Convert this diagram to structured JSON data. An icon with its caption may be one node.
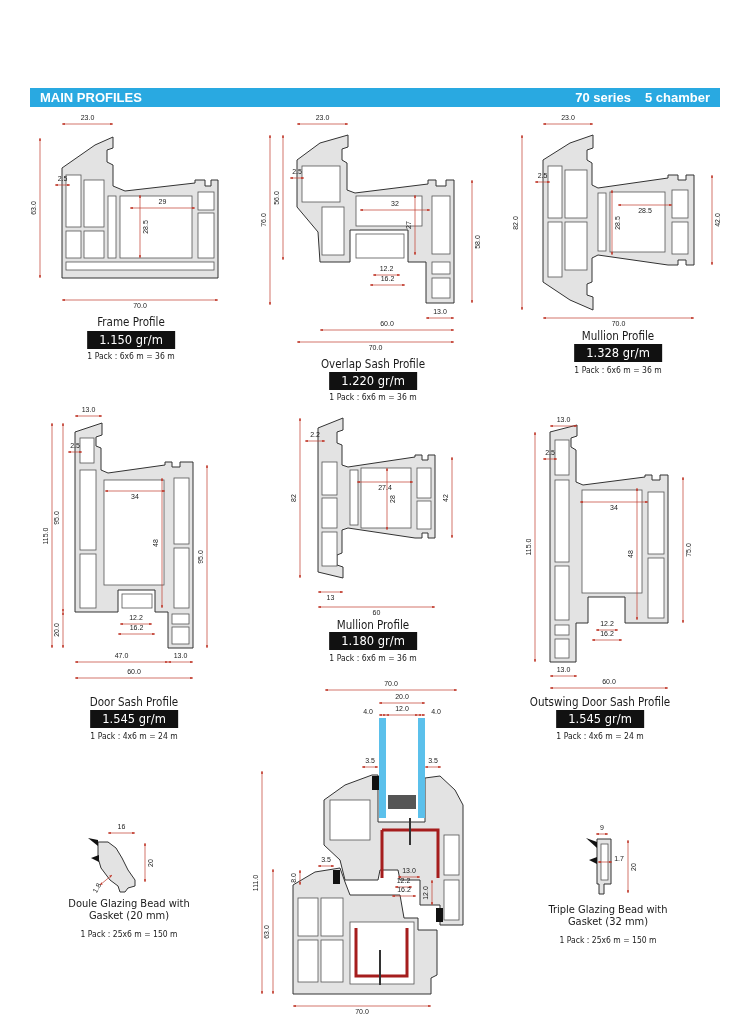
{
  "diagram": {
    "nodes": [
      {
        "text": [
          "MAIN PROFILES",
          "70 series",
          "5 chamber"
        ]
      },
      {
        "text": [
          "1.150 gr/m"
        ]
      },
      {
        "text": [
          "1.220 gr/m"
        ]
      },
      {
        "text": [
          "1.328 gr/m"
        ]
      },
      {
        "text": [
          "1.545 gr/m"
        ]
      },
      {
        "text": [
          "1.180 gr/m"
        ]
      },
      {
        "text": [
          "1.545 gr/m"
        ]
      }
    ],
    "labels": [
      "23.0",
      "2.5",
      "63.0",
      "29",
      "28.5",
      "70.0",
      "Frame Profile",
      "1 Pack : 6x6 m = 36 m",
      "23.0",
      "2.5",
      "56.0",
      "76.0",
      "32",
      "27",
      "58.0",
      "12.2",
      "16.2",
      "13.0",
      "60.0",
      "70.0",
      "Overlap Sash Profile",
      "1 Pack : 6x6 m = 36 m",
      "23.0",
      "2.5",
      "82.0",
      "28.5",
      "28.5",
      "42.0",
      "70.0",
      "Mullion Profile",
      "1 Pack : 6x6 m = 36 m",
      "13.0",
      "2.5",
      "34",
      "115.0",
      "95.0",
      "48",
      "95.0",
      "12.2",
      "16.2",
      "20.0",
      "47.0",
      "13.0",
      "60.0",
      "Door Sash Profile",
      "1 Pack : 4x6 m = 24 m",
      "2.2",
      "27.4",
      "82",
      "28",
      "42",
      "13",
      "60",
      "Mullion Profile",
      "1 Pack : 6x6 m = 36 m",
      "13.0",
      "2.5",
      "34",
      "115.0",
      "48",
      "75.0",
      "12.2",
      "16.2",
      "13.0",
      "60.0",
      "Outswing Door Sash Profile",
      "1 Pack : 4x6 m = 24 m",
      "70.0",
      "20.0",
      "4.0",
      "12.0",
      "4.0",
      "3.5",
      "3.5",
      "3.5",
      "8.0",
      "13.0",
      "111.0",
      "12.2",
      "16.2",
      "12.0",
      "63.0",
      "70.0",
      "16",
      "20",
      "1.8",
      "Doule Glazing Bead with Gasket (20 mm)",
      "1 Pack : 25x6 m = 150 m",
      "9",
      "1.7",
      "20",
      "Triple Glazing Bead with Gasket (32 mm)",
      "1 Pack : 25x6 m = 150 m"
    ]
  }
}
